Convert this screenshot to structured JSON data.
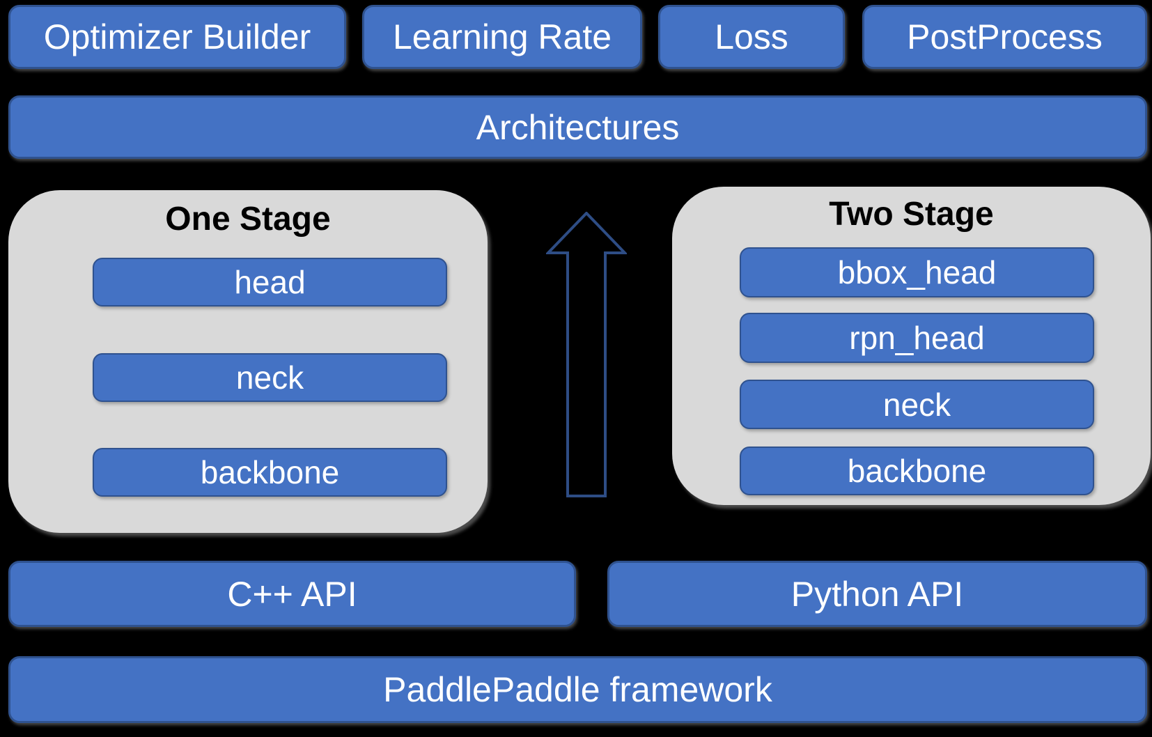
{
  "colors": {
    "background": "#000000",
    "box_fill": "#4472C4",
    "box_border": "#2F528F",
    "container_fill": "#D9D9D9",
    "title_color": "#000000",
    "label_color": "#FFFFFF",
    "arrow_color": "#2E4D85"
  },
  "top_row": [
    {
      "label": "Optimizer Builder"
    },
    {
      "label": "Learning Rate"
    },
    {
      "label": "Loss"
    },
    {
      "label": "PostProcess"
    }
  ],
  "architectures": {
    "label": "Architectures"
  },
  "one_stage": {
    "title": "One Stage",
    "modules": [
      {
        "label": "head"
      },
      {
        "label": "neck"
      },
      {
        "label": "backbone"
      }
    ]
  },
  "two_stage": {
    "title": "Two Stage",
    "modules": [
      {
        "label": "bbox_head"
      },
      {
        "label": "rpn_head"
      },
      {
        "label": "neck"
      },
      {
        "label": "backbone"
      }
    ]
  },
  "arrow": {
    "direction": "up"
  },
  "api_row": [
    {
      "label": "C++ API"
    },
    {
      "label": "Python API"
    }
  ],
  "framework": {
    "label": "PaddlePaddle framework"
  }
}
